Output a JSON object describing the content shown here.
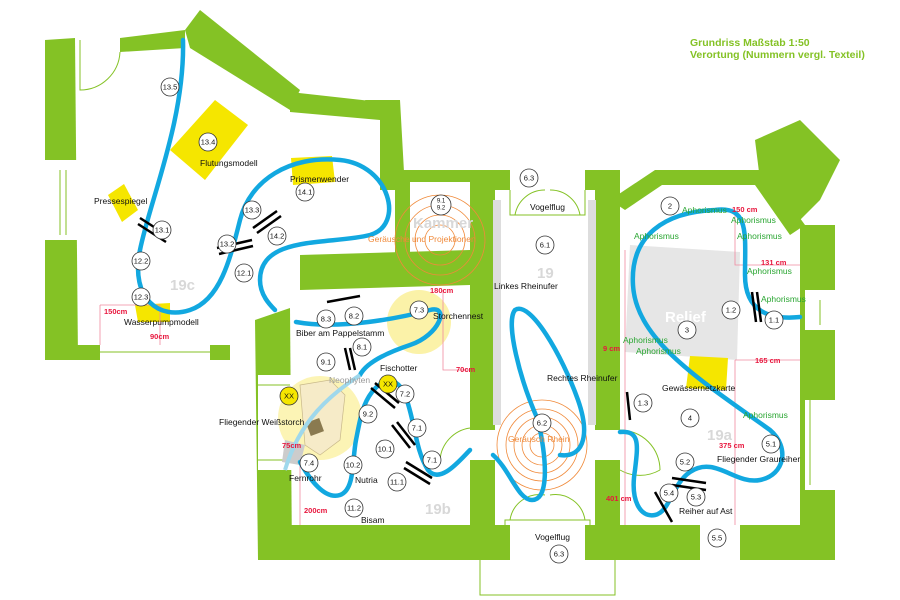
{
  "title": {
    "line1": "Grundriss Maßstab 1:50",
    "line2": "Verortung (Nummern vergl. Texteil)"
  },
  "colors": {
    "wall": "#84c225",
    "path": "#12a8e0",
    "exhibit": "#f5e600",
    "dimension": "#e8173e",
    "aphorism": "#2aa632",
    "sound": "#f08a3a"
  },
  "rooms": {
    "r19": "19",
    "r19a": "19a",
    "r19b": "19b",
    "r19c": "19c",
    "kammer": "Kammer",
    "relief": "Relief"
  },
  "markers": [
    "13.5",
    "13.4",
    "14.1",
    "13.3",
    "14.2",
    "13.1",
    "12.2",
    "13.2",
    "12.1",
    "12.3",
    "9.1",
    "9.2",
    "6.3",
    "6.1",
    "8.3",
    "8.2",
    "7.3",
    "8.1",
    "9.1",
    "7.2",
    "9.2",
    "7.1",
    "10.1",
    "7.1",
    "7.4",
    "10.2",
    "11.1",
    "11.2",
    "6.2",
    "6.3",
    "2",
    "1.2",
    "1.1",
    "3",
    "1.3",
    "4",
    "5.1",
    "5.2",
    "5.4",
    "5.3",
    "5.5",
    "XX",
    "XX"
  ],
  "labels": {
    "flutungsmodell": "Flutungsmodell",
    "prismenwender": "Prismenwender",
    "pressespiegel": "Pressespiegel",
    "wasserpumpmodell": "Wasserpumpmodell",
    "geraeusche": "Geräusche und Projektionen",
    "vogelflug_top": "Vogelflug",
    "vogelflug_bottom": "Vogelflug",
    "linkes_rheinufer": "Linkes Rheinufer",
    "rechtes_rheinufer": "Rechtes Rheinufer",
    "geraeusch_rhein": "Geräusch Rhein",
    "biber": "Biber am Pappelstamm",
    "storchennest": "Storchennest",
    "fischotter": "Fischotter",
    "neophyten": "Neophyten",
    "weissstorch": "Fliegender Weißstorch",
    "fernrohr": "Fernrohr",
    "nutria": "Nutria",
    "bisam": "Bisam",
    "gewaessernetzkarte": "Gewässernetzkarte",
    "graureiher": "Fliegender Graureiher",
    "reiher_ast": "Reiher auf Ast"
  },
  "aphorisms": [
    "Aphorismus",
    "Aphorismus",
    "Aphorismus",
    "Aphorismus",
    "Aphorismus",
    "Aphorismus",
    "Aphorismus",
    "Aphorismus",
    "Aphorismus"
  ],
  "dimensions": [
    "150cm",
    "90cm",
    "180cm",
    "70cm",
    "75cm",
    "200cm",
    "150 cm",
    "131 cm",
    "165 cm",
    "9 cm",
    "375 cm",
    "401 cm"
  ]
}
